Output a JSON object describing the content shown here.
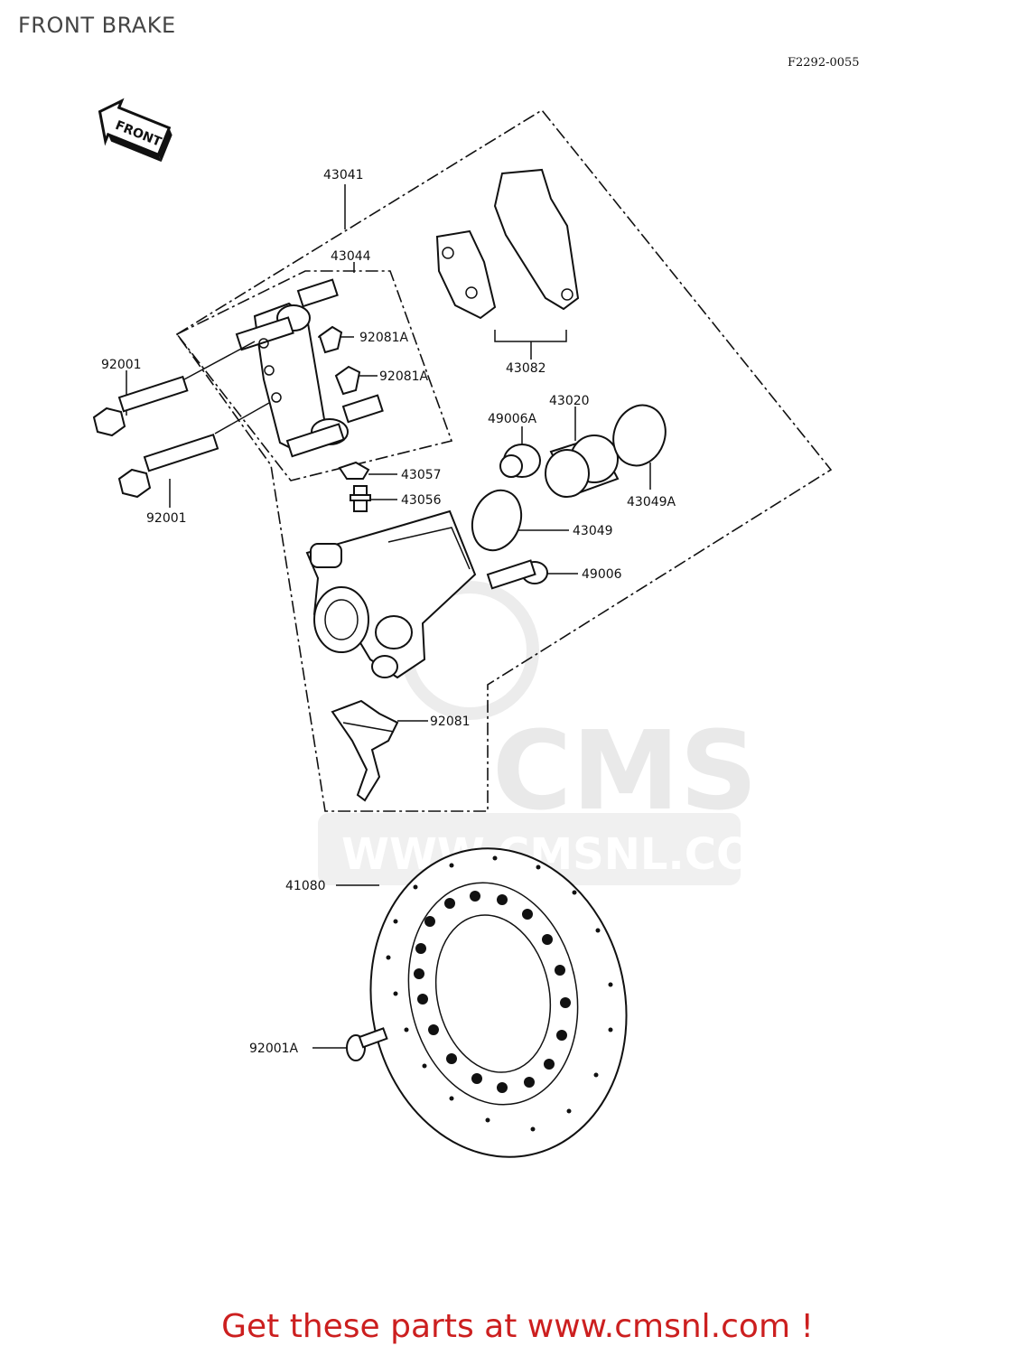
{
  "page": {
    "title": "FRONT BRAKE",
    "diagram_code": "F2292-0055",
    "front_marker": "FRONT",
    "watermark": {
      "brand": "CMS",
      "url": "WWW.CMSNL.COM"
    },
    "footer_text": "Get these parts at www.cmsnl.com !"
  },
  "parts": {
    "p43041": "43041",
    "p43044": "43044",
    "p92081A_1": "92081A",
    "p92081A_2": "92081A",
    "p92001_1": "92001",
    "p92001_2": "92001",
    "p43082": "43082",
    "p49006A": "49006A",
    "p43020": "43020",
    "p43049A": "43049A",
    "p43057": "43057",
    "p43056": "43056",
    "p43049": "43049",
    "p49006": "49006",
    "p92081": "92081",
    "p41080": "41080",
    "p92001A": "92001A"
  }
}
